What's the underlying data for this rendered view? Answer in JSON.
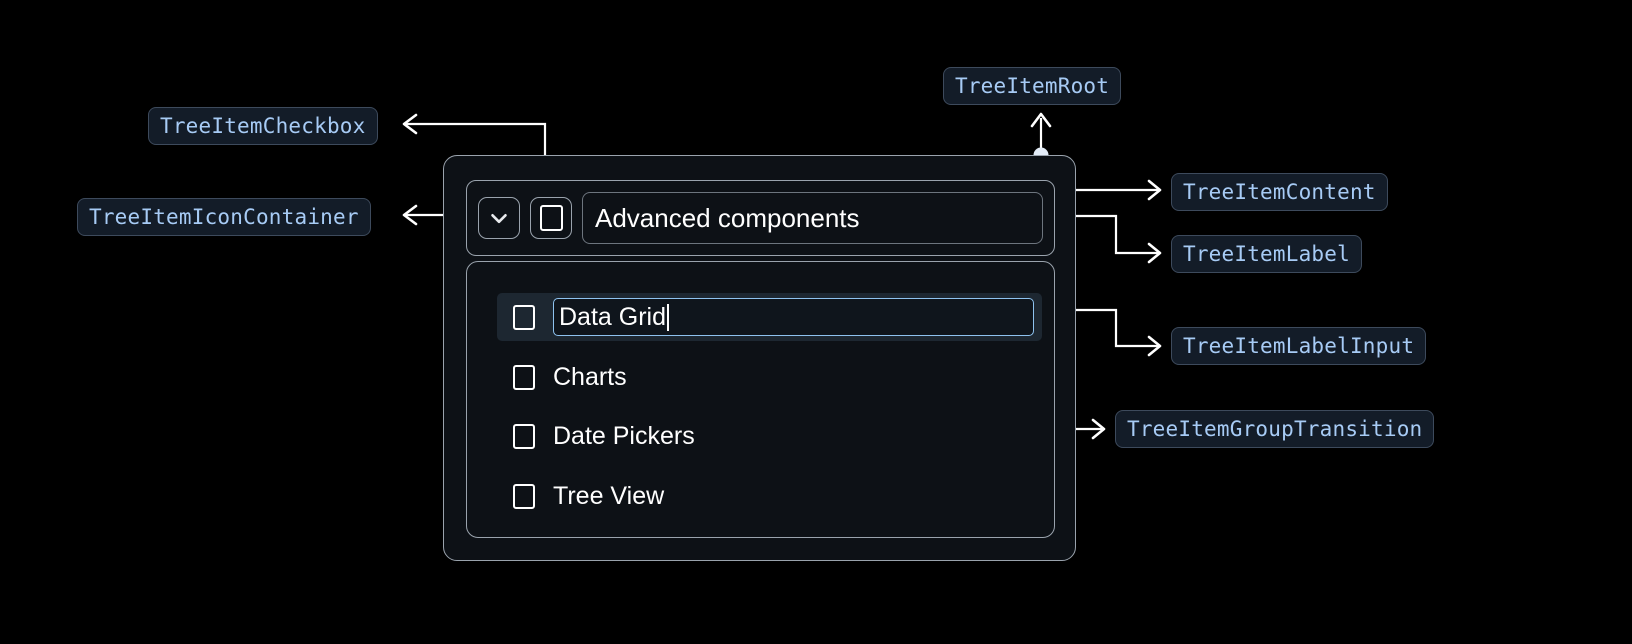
{
  "canvas": {
    "background": "#000000",
    "accent_blue": "#a7cbf5",
    "chip_bg": "#131c28",
    "chip_border": "#3d4a5c",
    "panel_bg": "#0d1116",
    "panel_border": "#9aa3ad",
    "input_border": "#8ec2ef",
    "selected_row_bg": "#1d2731",
    "wire_color": "#ffffff"
  },
  "annotations": [
    {
      "id": "checkbox",
      "label": "TreeItemCheckbox"
    },
    {
      "id": "icon_container",
      "label": "TreeItemIconContainer"
    },
    {
      "id": "root",
      "label": "TreeItemRoot"
    },
    {
      "id": "content",
      "label": "TreeItemContent"
    },
    {
      "id": "label",
      "label": "TreeItemLabel"
    },
    {
      "id": "label_input",
      "label": "TreeItemLabelInput"
    },
    {
      "id": "group_transition",
      "label": "TreeItemGroupTransition"
    }
  ],
  "tree": {
    "icon": "chevron-down-icon",
    "checkbox_icon": "checkbox-unchecked-icon",
    "label_text": "Advanced components",
    "children": [
      {
        "text": "Data Grid",
        "editing": true,
        "checked": false
      },
      {
        "text": "Charts",
        "editing": false,
        "checked": false
      },
      {
        "text": "Date Pickers",
        "editing": false,
        "checked": false
      },
      {
        "text": "Tree View",
        "editing": false,
        "checked": false
      }
    ]
  }
}
